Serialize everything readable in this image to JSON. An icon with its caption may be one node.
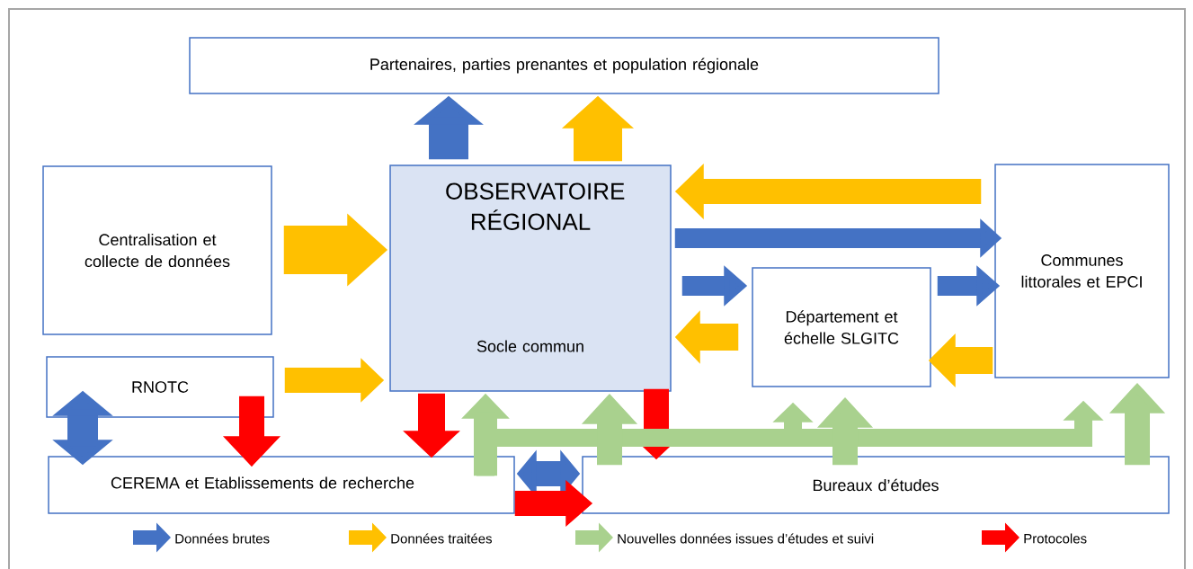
{
  "diagram": {
    "nodes": [
      {
        "text": [
          "Partenaires, parties prenantes et population régionale"
        ]
      },
      {
        "text": [
          "Centralisation et collecte de données"
        ]
      },
      {
        "text": [
          "OBSERVATOIRE RÉGIONAL",
          "Socle commun"
        ]
      },
      {
        "text": [
          "Communes littorales et EPCI"
        ]
      },
      {
        "text": [
          "Département et échelle SLGITC"
        ]
      },
      {
        "text": [
          "RNOTC"
        ]
      },
      {
        "text": [
          "CEREMA et Etablissements de recherche"
        ]
      },
      {
        "text": [
          "Bureaux d’études"
        ]
      }
    ],
    "edges": [
      {
        "from": 2,
        "to": 0,
        "arrow": "to",
        "color": "#4472c4"
      },
      {
        "from": 2,
        "to": 0,
        "arrow": "to",
        "style": "thick",
        "color": "#ffc000"
      },
      {
        "from": 1,
        "to": 2,
        "arrow": "to",
        "style": "thick",
        "color": "#ffc000"
      },
      {
        "from": 3,
        "to": 2,
        "arrow": "to",
        "color": "#ffc000"
      },
      {
        "from": 2,
        "to": 3,
        "arrow": "to",
        "color": "#4472c4"
      },
      {
        "from": 2,
        "to": 4,
        "arrow": "to",
        "color": "#4472c4"
      },
      {
        "from": 4,
        "to": 2,
        "arrow": "to",
        "color": "#ffc000"
      },
      {
        "from": 4,
        "to": 3,
        "arrow": "to",
        "color": "#4472c4"
      },
      {
        "from": 3,
        "to": 4,
        "arrow": "to",
        "color": "#ffc000"
      },
      {
        "from": 5,
        "to": 2,
        "arrow": "to",
        "color": "#ffc000"
      },
      {
        "from": 5,
        "to": 6,
        "arrow": "both",
        "color": "#4472c4"
      },
      {
        "from": 5,
        "to": 6,
        "arrow": "to",
        "color": "#ff0000"
      },
      {
        "from": 2,
        "to": 6,
        "arrow": "to",
        "color": "#ff0000"
      },
      {
        "from": 2,
        "to": 7,
        "arrow": "to",
        "color": "#ff0000"
      },
      {
        "from": 6,
        "to": 7,
        "arrow": "both",
        "color": "#4472c4"
      },
      {
        "from": 6,
        "to": 7,
        "arrow": "to",
        "color": "#ff0000"
      },
      {
        "from": 6,
        "to": 2,
        "arrow": "to",
        "color": "#a9d18e"
      },
      {
        "from": 6,
        "to": 4,
        "arrow": "to",
        "color": "#a9d18e"
      },
      {
        "from": 6,
        "to": 3,
        "arrow": "to",
        "color": "#a9d18e"
      },
      {
        "from": 7,
        "to": 2,
        "arrow": "to",
        "color": "#a9d18e"
      },
      {
        "from": 7,
        "to": 4,
        "arrow": "to",
        "color": "#a9d18e"
      },
      {
        "from": 7,
        "to": 3,
        "arrow": "to",
        "color": "#a9d18e"
      }
    ],
    "legend": [
      {
        "text": "Données brutes",
        "color": "#4472c4"
      },
      {
        "text": "Données traitées",
        "color": "#ffc000"
      },
      {
        "text": "Nouvelles données issues d’études et suivi",
        "color": "#a9d18e"
      },
      {
        "text": "Protocoles",
        "color": "#ff0000"
      }
    ]
  }
}
